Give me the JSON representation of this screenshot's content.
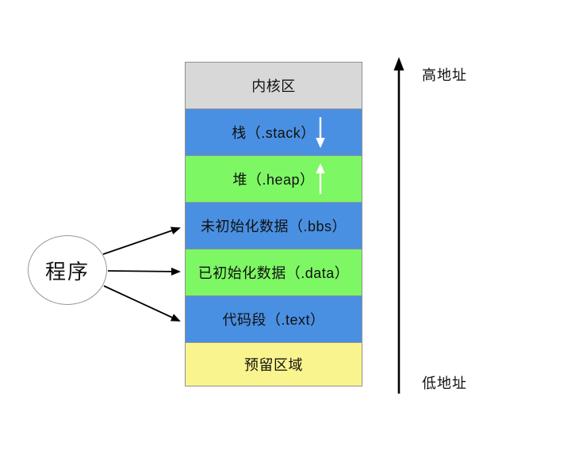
{
  "program": {
    "label": "程序"
  },
  "axis": {
    "high_label": "高地址",
    "low_label": "低地址",
    "direction_icon": "up-arrow"
  },
  "memory_stack": {
    "segments": [
      {
        "label": "内核区",
        "color": "#D8D8D8"
      },
      {
        "label": "栈（.stack）",
        "color": "#4A90E2",
        "growth": "down",
        "growth_icon": "down-arrow"
      },
      {
        "label": "堆（.heap）",
        "color": "#7DF763",
        "growth": "up",
        "growth_icon": "up-arrow"
      },
      {
        "label": "未初始化数据（.bbs）",
        "color": "#4A90E2"
      },
      {
        "label": "已初始化数据（.data）",
        "color": "#7DF763"
      },
      {
        "label": "代码段（.text）",
        "color": "#4A90E2"
      },
      {
        "label": "预留区域",
        "color": "#FAF48F"
      }
    ],
    "border_color": "#919191"
  },
  "connections": [
    {
      "from": "程序",
      "to": "未初始化数据（.bbs）"
    },
    {
      "from": "程序",
      "to": "已初始化数据（.data）"
    },
    {
      "from": "程序",
      "to": "代码段（.text）"
    }
  ]
}
